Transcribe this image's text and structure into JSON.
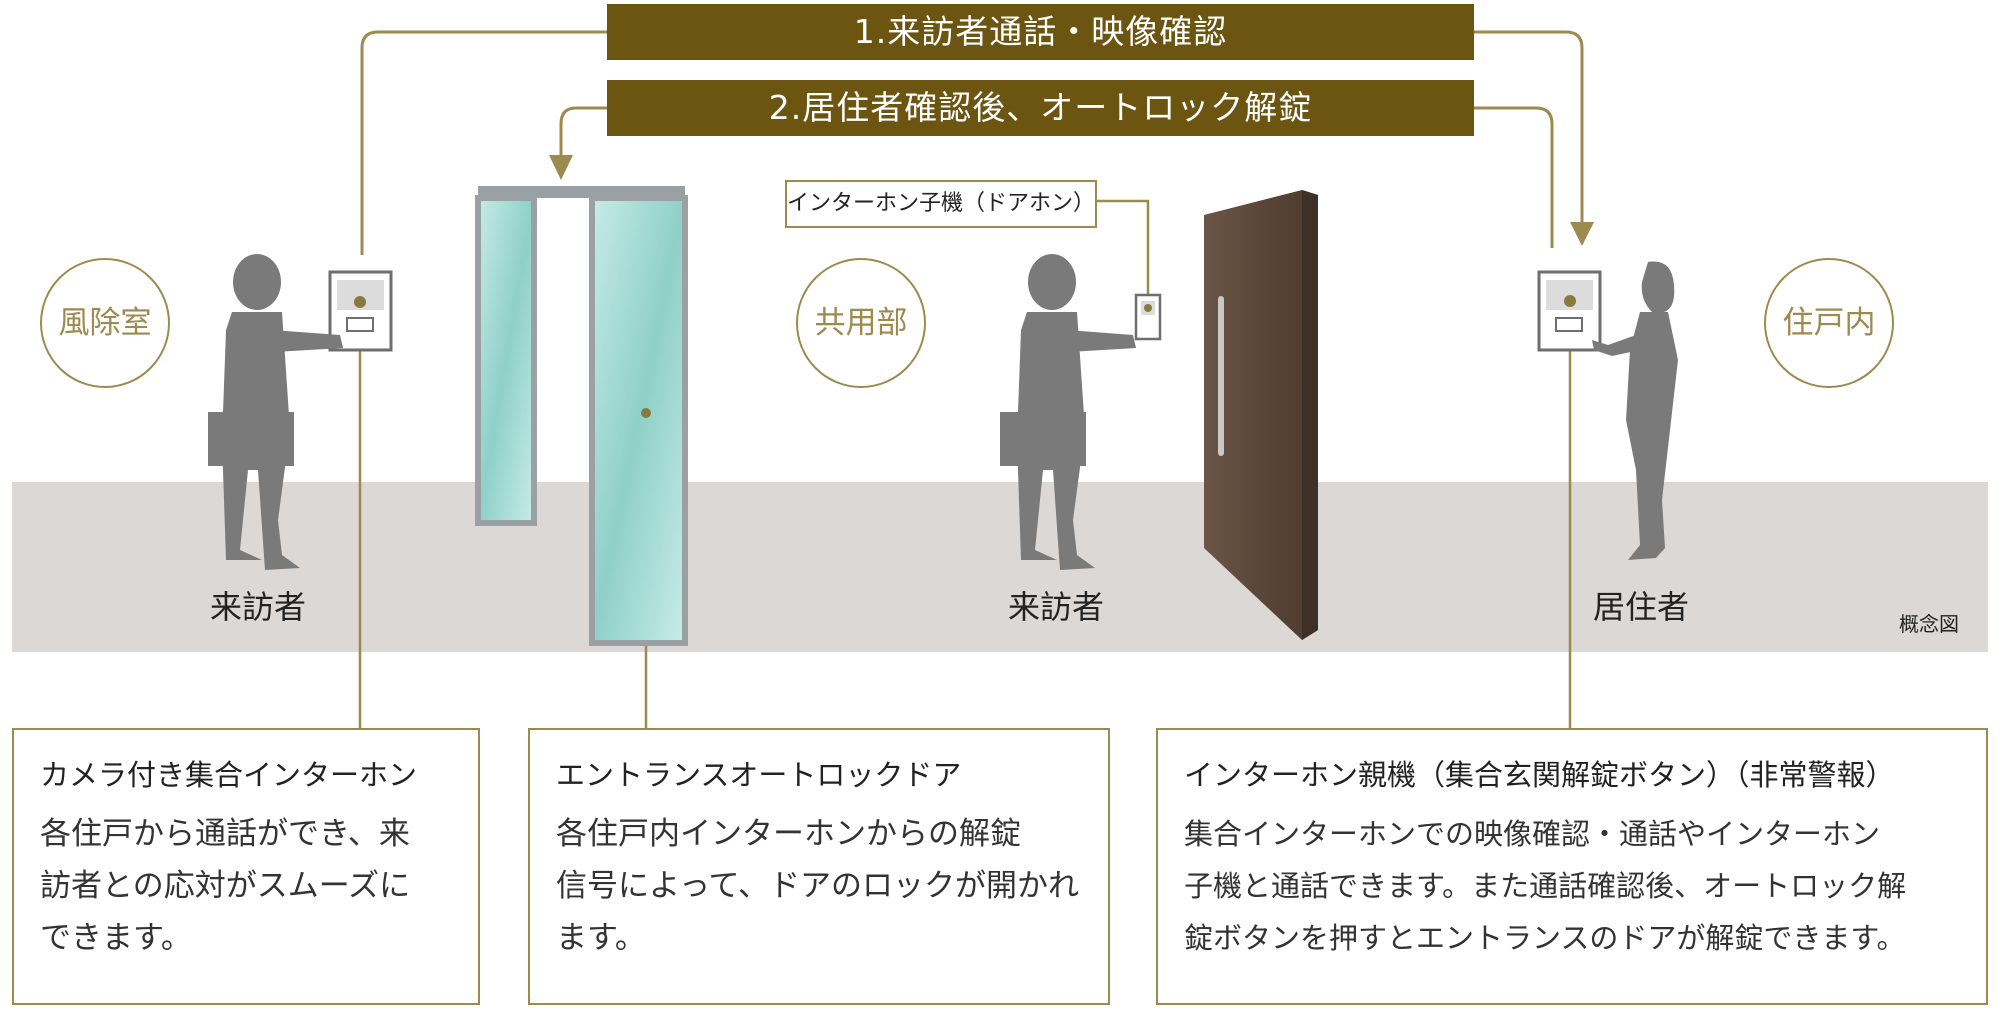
{
  "banners": {
    "step1": "1.来訪者通話・映像確認",
    "step2": "2.居住者確認後、オートロック解錠"
  },
  "zones": {
    "vestibule": "風除室",
    "common": "共用部",
    "dwelling": "住戸内"
  },
  "people": {
    "visitor_left": "来訪者",
    "visitor_center": "来訪者",
    "resident": "居住者"
  },
  "door_intercom_label": "インターホン子機（ドアホン）",
  "concept_note": "概念図",
  "boxes": {
    "camera_intercom": {
      "title": "カメラ付き集合インターホン",
      "body": [
        "各住戸から通話ができ、来",
        "訪者との応対がスムーズに",
        "できます。"
      ]
    },
    "autolock_door": {
      "title": "エントランスオートロックドア",
      "body": [
        "各住戸内インターホンからの解錠",
        "信号によって、ドアのロックが開かれ",
        "ます。"
      ]
    },
    "master_intercom": {
      "title": "インターホン親機（集合玄関解錠ボタン）（非常警報）",
      "body": [
        "集合インターホンでの映像確認・通話やインターホン",
        "子機と通話できます。また通話確認後、オートロック解",
        "錠ボタンを押すとエントランスのドアが解錠できます。"
      ]
    }
  },
  "colors": {
    "banner": "#6b5510",
    "accent_line": "#9c8a4e",
    "floor": "#dcd8d5",
    "silhouette": "#7a7a7a",
    "door_wood": "#5e4a3c",
    "glass": "#a8d8d4"
  }
}
